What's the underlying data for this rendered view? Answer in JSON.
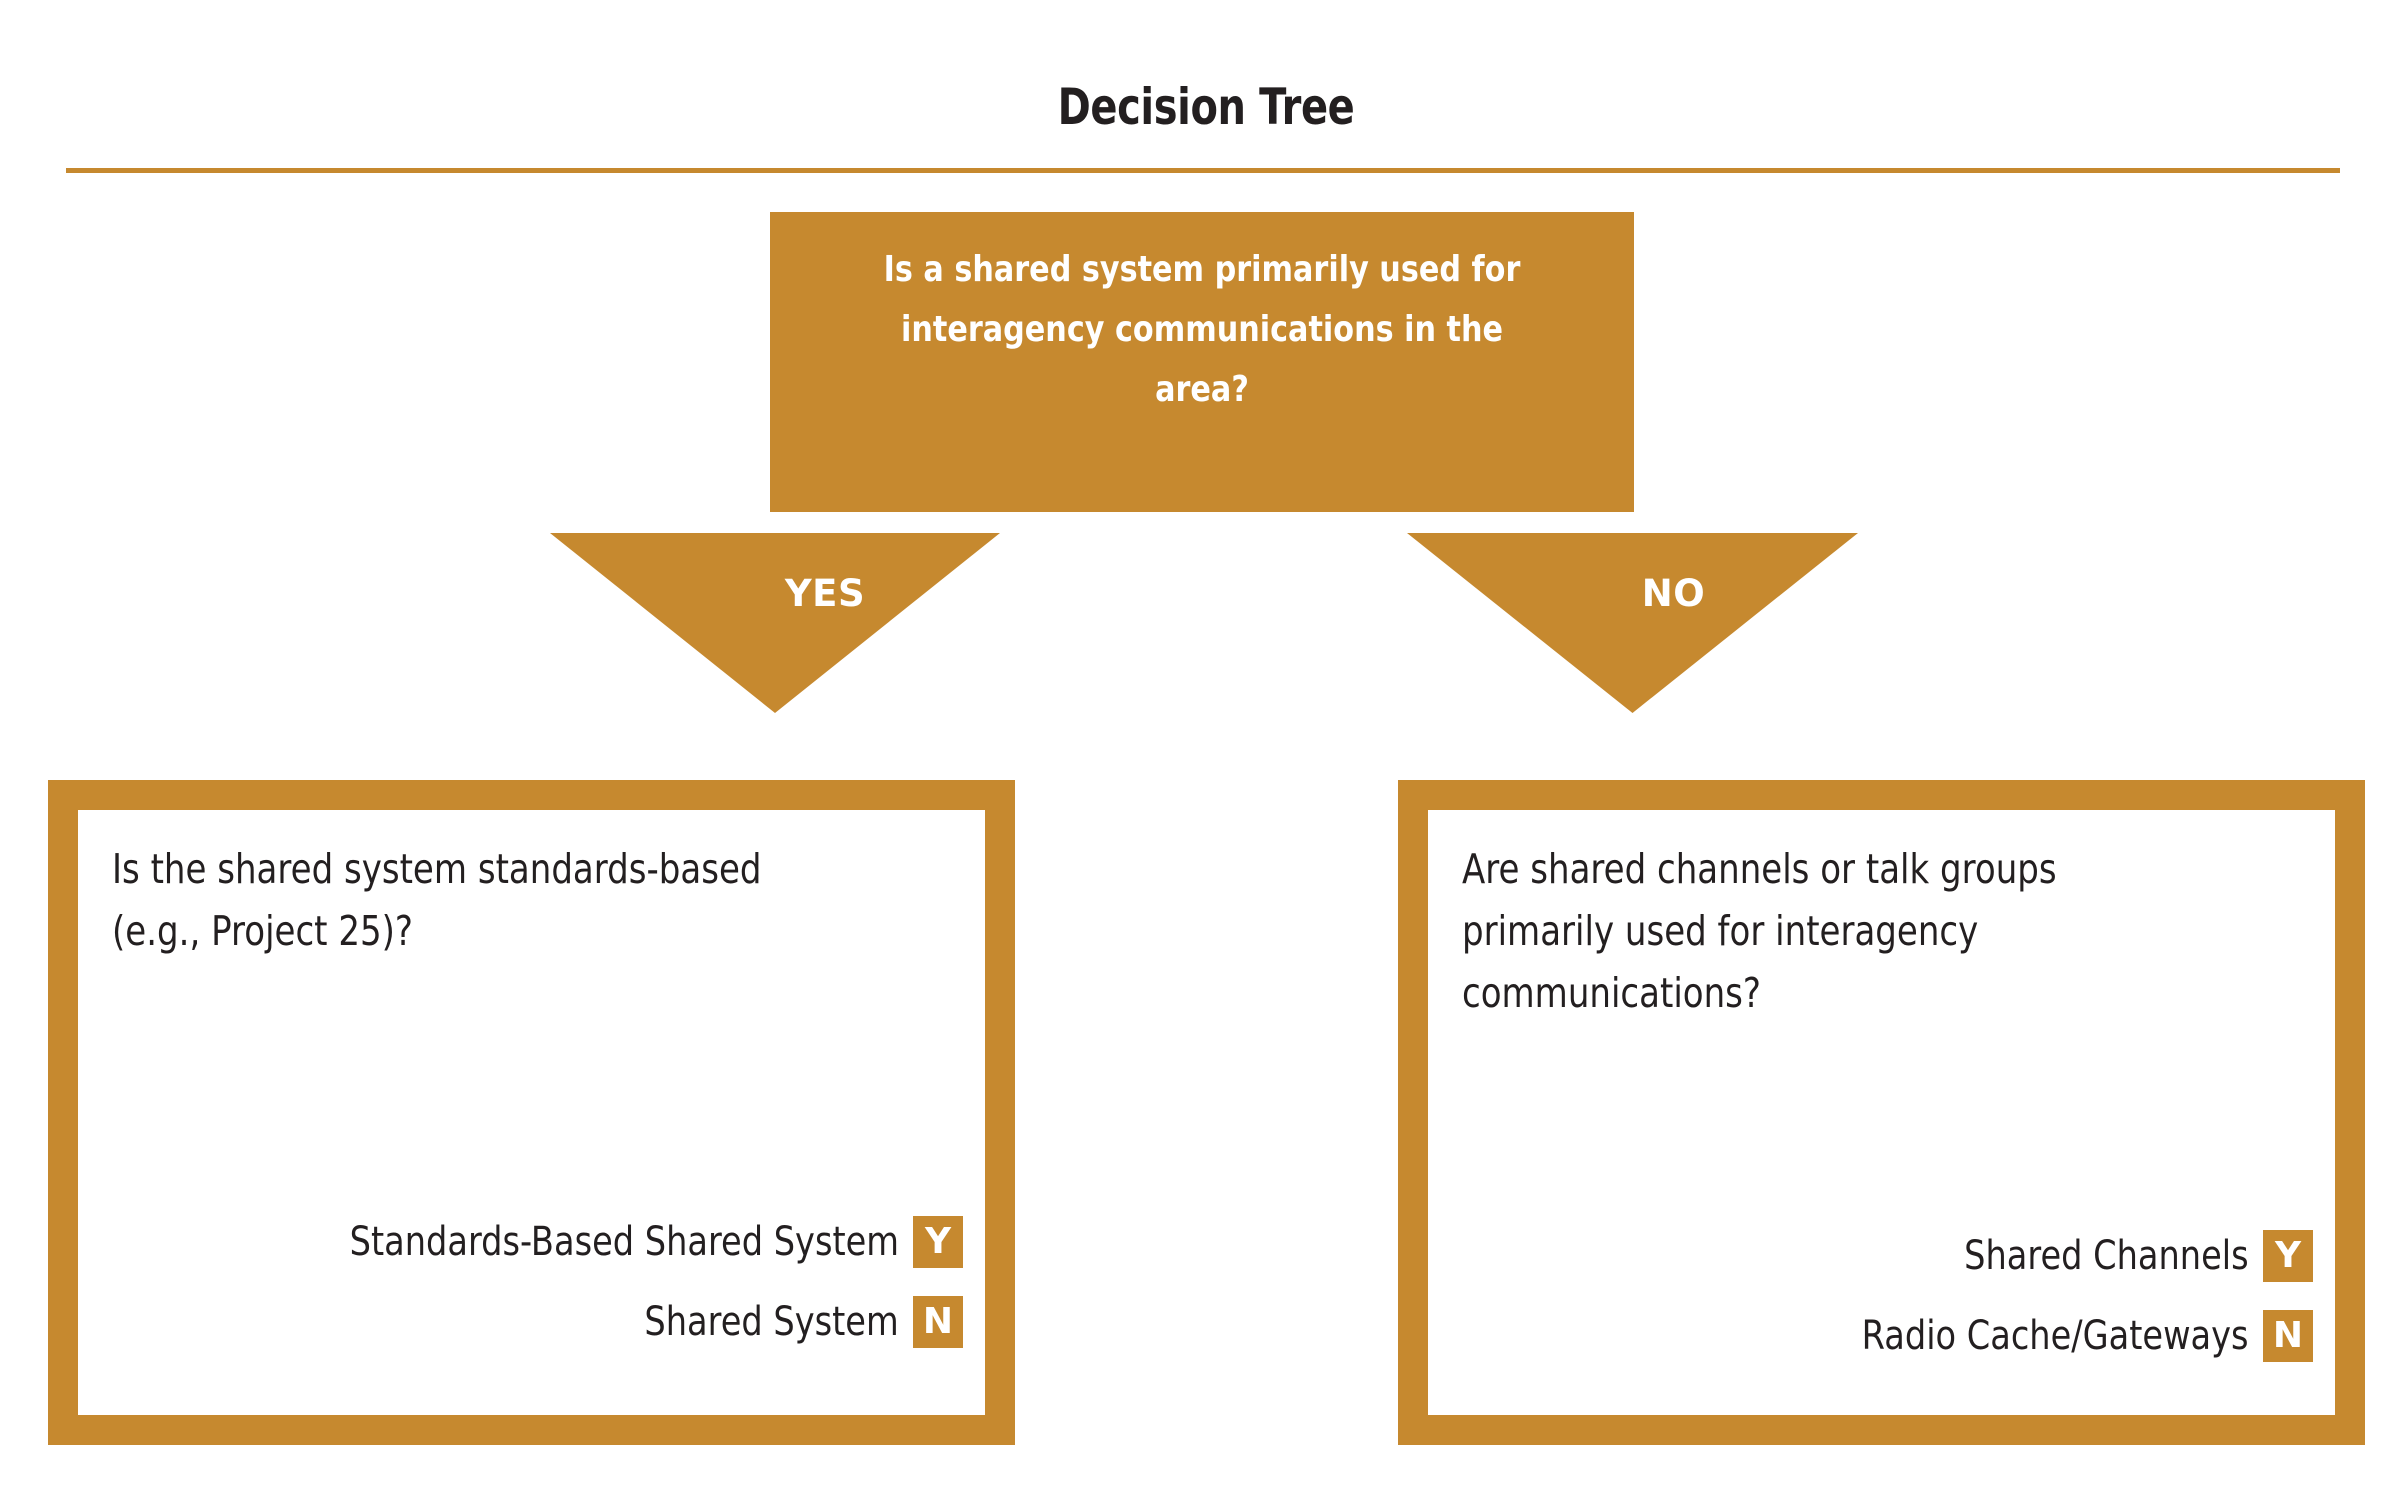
{
  "page": {
    "title": "Decision Tree",
    "accent_color": "#c6892f",
    "text_color": "#231f20",
    "background_color": "#ffffff"
  },
  "root_question": {
    "text": "Is a shared system primarily used for interagency communications in the area?"
  },
  "branches": [
    {
      "label": "YES",
      "target": "left"
    },
    {
      "label": "NO",
      "target": "right"
    }
  ],
  "outcomes": {
    "left": {
      "question": "Is the shared system standards-based (e.g., Project 25)?",
      "results": [
        {
          "label": "Standards-Based Shared System",
          "badge": "Y"
        },
        {
          "label": "Shared System",
          "badge": "N"
        }
      ]
    },
    "right": {
      "question": "Are shared channels or talk groups primarily used for interagency communications?",
      "results": [
        {
          "label": "Shared Channels",
          "badge": "Y"
        },
        {
          "label": "Radio Cache/Gateways",
          "badge": "N"
        }
      ]
    }
  }
}
